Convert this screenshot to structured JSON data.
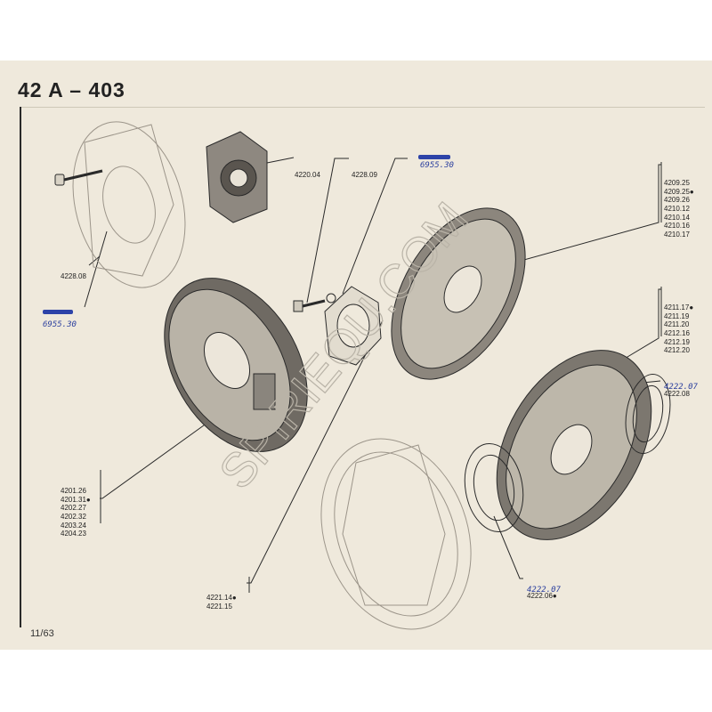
{
  "title": "42 A  –  403",
  "footer": "11/63",
  "watermark": "SPIRIEQU.COM",
  "labels": {
    "bolt": [
      "4228.08"
    ],
    "cover": [
      "4220.04"
    ],
    "screw": [
      "4228.09"
    ],
    "plate_group": [
      "4209.25",
      "4209.25●",
      "4209.26",
      "4210.12",
      "4210.14",
      "4210.16",
      "4210.17"
    ],
    "plate2_group": [
      "4211.17●",
      "4211.19",
      "4211.20",
      "4212.16",
      "4212.19",
      "4212.20"
    ],
    "gasket_right": [
      "4222.08"
    ],
    "drum_group": [
      "4201.26",
      "4201.31●",
      "4202.27",
      "4202.32",
      "4203.24",
      "4204.23"
    ],
    "bottom_screw": [
      "4221.14●",
      "4221.15"
    ],
    "bottom_gasket": [
      "4222.06●"
    ]
  },
  "handwritten": {
    "top_fix": "6955.30",
    "left_fix": "6955.30",
    "gasket_right": "4222.07",
    "bottom_gasket": "4222.07"
  },
  "colors": {
    "paper": "#efe9dc",
    "ink": "#222222",
    "pen": "#2b3f9e"
  }
}
